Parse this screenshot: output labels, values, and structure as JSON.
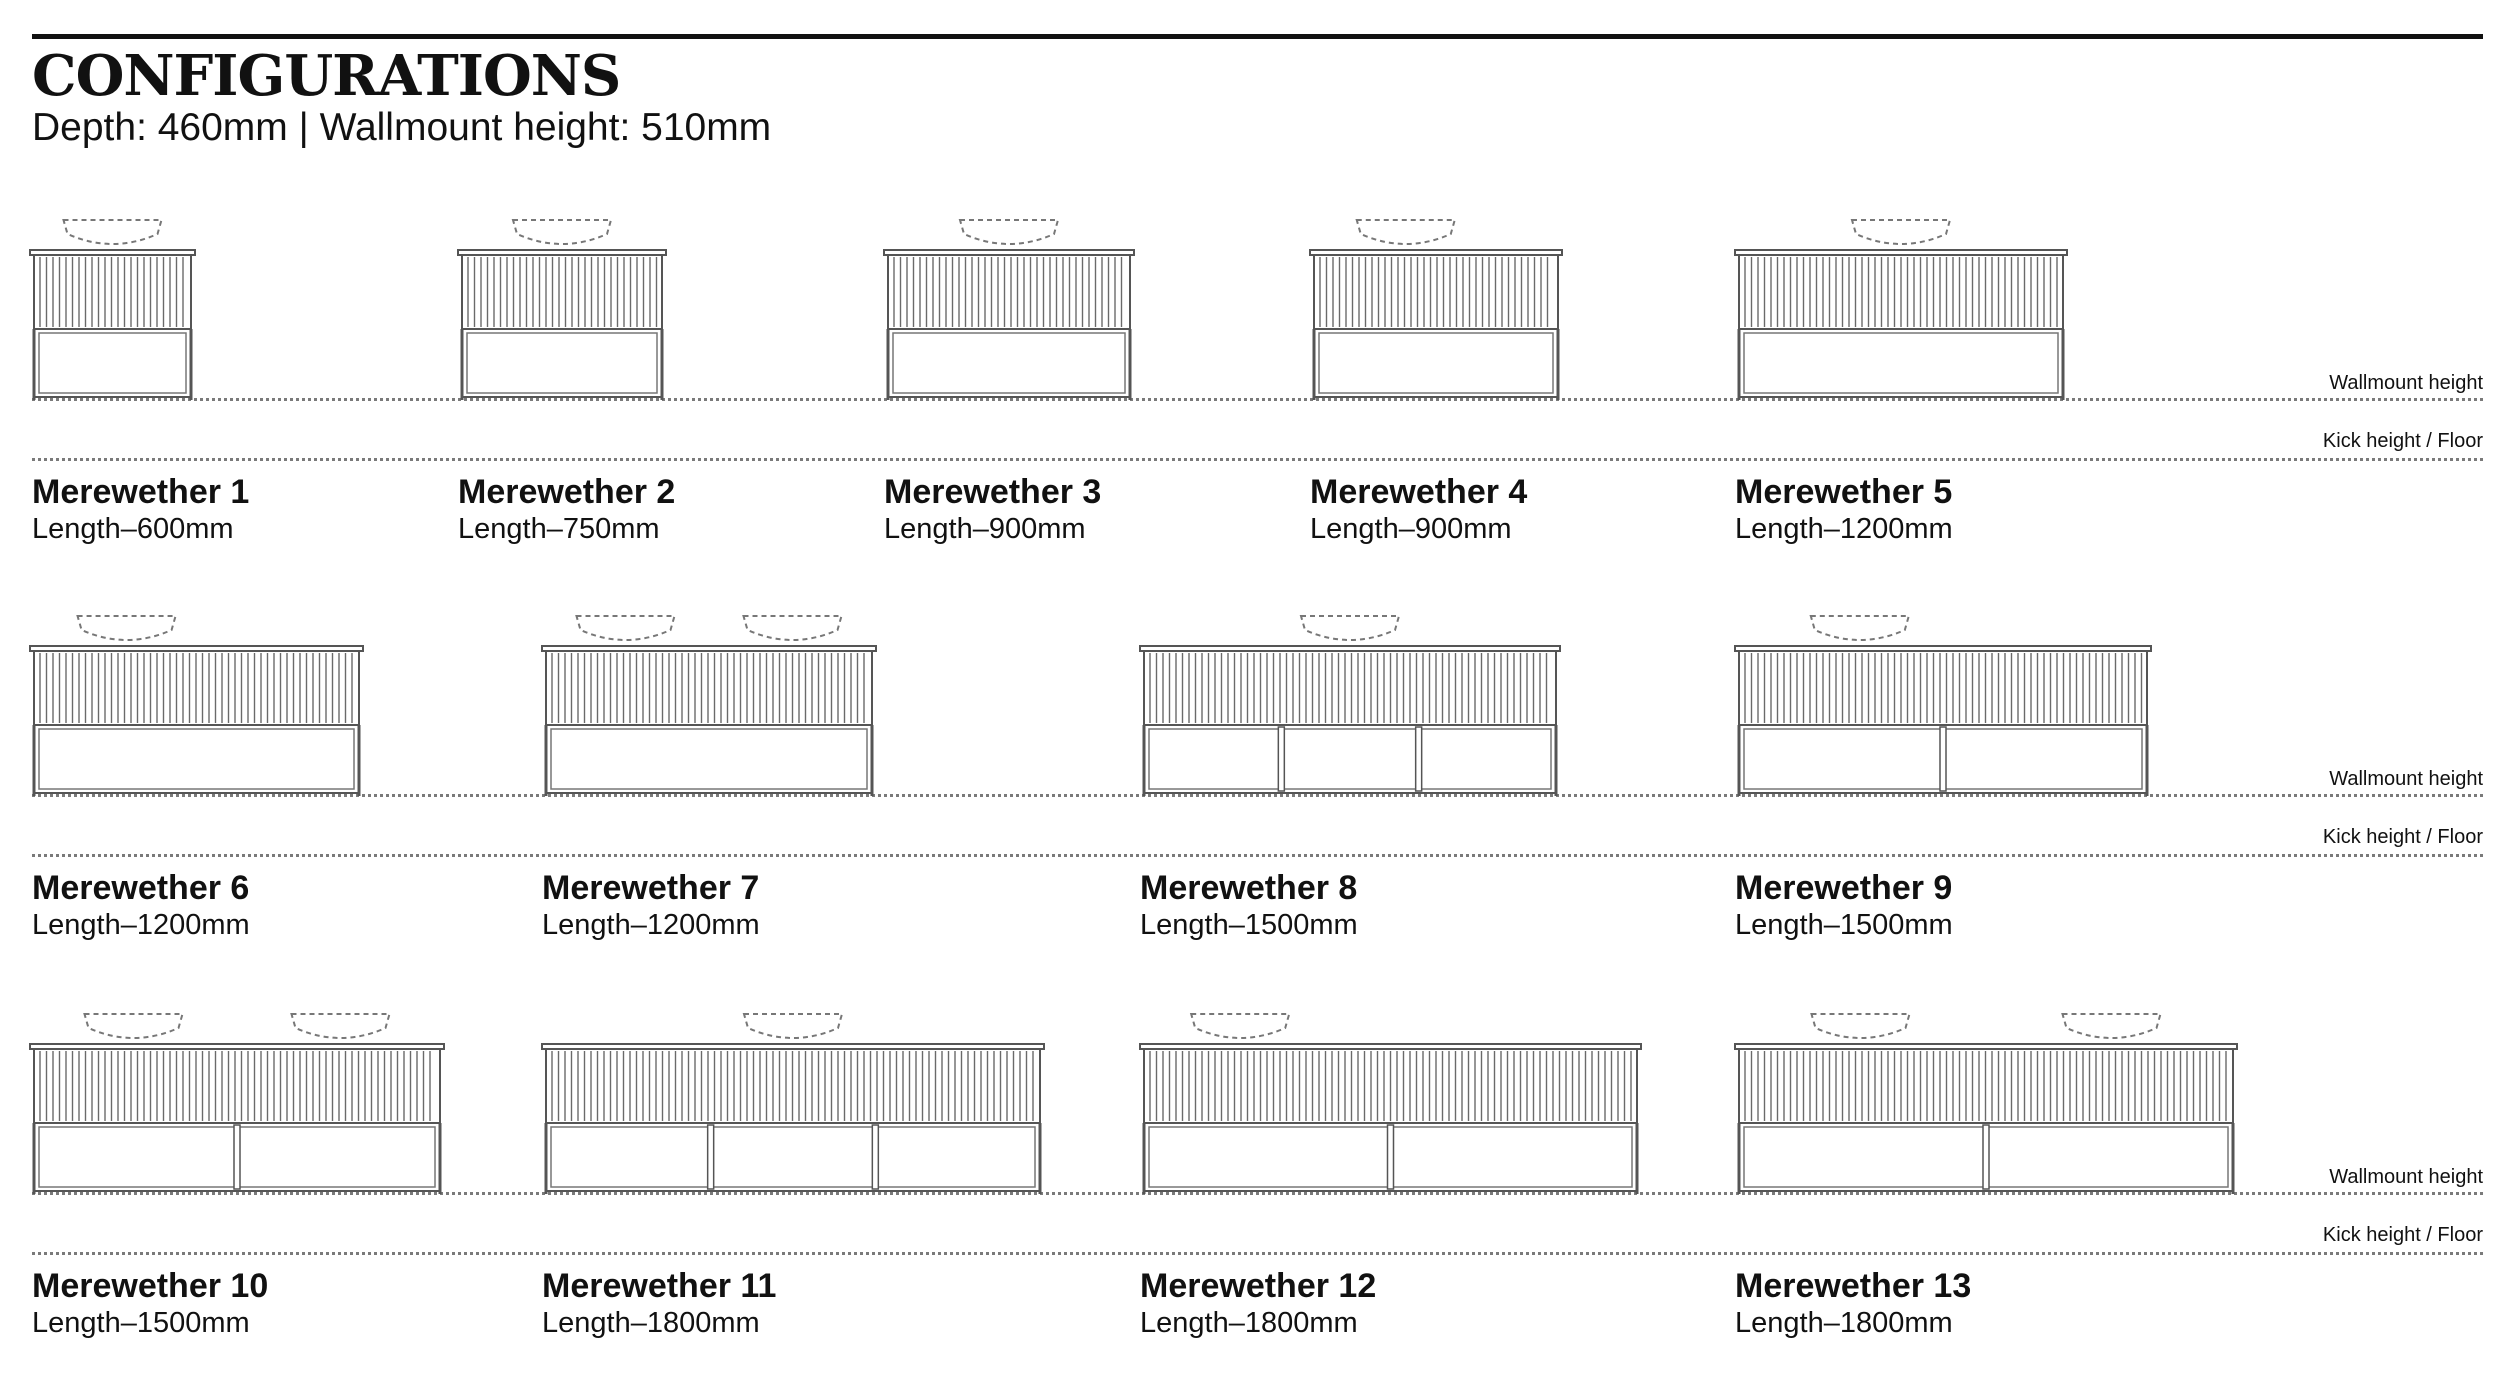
{
  "header": {
    "title": "CONFIGURATIONS",
    "subtitle": "Depth: 460mm | Wallmount height: 510mm"
  },
  "reference_lines": {
    "wallmount_label": "Wallmount height",
    "kick_label": "Kick height / Floor"
  },
  "configurations": [
    {
      "name": "Merewether 1",
      "length": "Length–600mm",
      "basins": 1,
      "bottom_sections": 1
    },
    {
      "name": "Merewether 2",
      "length": "Length–750mm",
      "basins": 1,
      "bottom_sections": 1
    },
    {
      "name": "Merewether 3",
      "length": "Length–900mm",
      "basins": 1,
      "bottom_sections": 1
    },
    {
      "name": "Merewether 4",
      "length": "Length–900mm",
      "basins": 1,
      "bottom_sections": 1
    },
    {
      "name": "Merewether 5",
      "length": "Length–1200mm",
      "basins": 1,
      "bottom_sections": 1
    },
    {
      "name": "Merewether 6",
      "length": "Length–1200mm",
      "basins": 1,
      "bottom_sections": 1
    },
    {
      "name": "Merewether 7",
      "length": "Length–1200mm",
      "basins": 2,
      "bottom_sections": 1
    },
    {
      "name": "Merewether 8",
      "length": "Length–1500mm",
      "basins": 1,
      "bottom_sections": 3
    },
    {
      "name": "Merewether 9",
      "length": "Length–1500mm",
      "basins": 1,
      "bottom_sections": 2
    },
    {
      "name": "Merewether 10",
      "length": "Length–1500mm",
      "basins": 2,
      "bottom_sections": 2
    },
    {
      "name": "Merewether 11",
      "length": "Length–1800mm",
      "basins": 1,
      "bottom_sections": 3
    },
    {
      "name": "Merewether 12",
      "length": "Length–1800mm",
      "basins": 1,
      "bottom_sections": 2
    },
    {
      "name": "Merewether 13",
      "length": "Length–1800mm",
      "basins": 2,
      "bottom_sections": 2
    }
  ]
}
